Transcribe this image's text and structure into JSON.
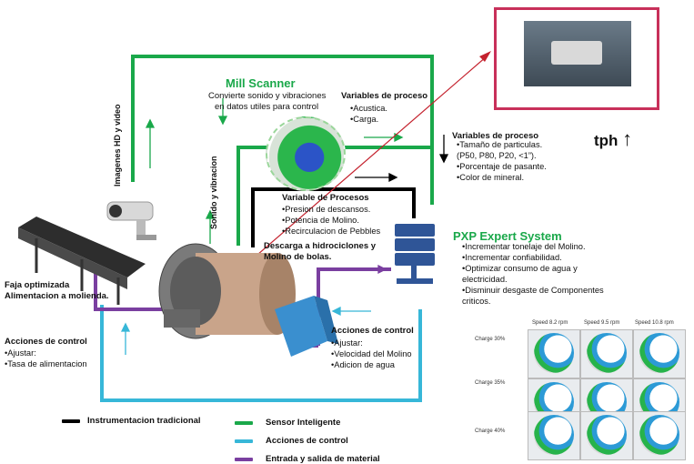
{
  "mill_scanner": {
    "title": "Mill Scanner",
    "subtitle_line1": "Convierte sonido y vibraciones",
    "subtitle_line2": "en datos utiles para control"
  },
  "variables_proceso_1": {
    "heading": "Variables de proceso",
    "items": [
      "•Acustica.",
      "•Carga."
    ]
  },
  "variables_proceso_2": {
    "heading": "Variables de proceso",
    "items": [
      "•Tamaño de particulas.",
      "(P50, P80, P20, <1”).",
      "•Porcentaje de pasante.",
      "•Color de mineral."
    ]
  },
  "variable_procesos": {
    "heading": "Variable de Procesos",
    "items": [
      "•Presion de descansos.",
      "•Potencia de Molino.",
      "•Recirculacion de Pebbles"
    ]
  },
  "descarga": {
    "line1": "Descarga a hidrociclones y",
    "line2": "Molino de bolas."
  },
  "pxp": {
    "title": "PXP Expert System",
    "items": [
      "•Incrementar tonelaje del Molino.",
      "•Incrementar confiabilidad.",
      "•Optimizar consumo de agua y",
      "electricidad.",
      "•Disminuir desgaste de Componentes",
      "criticos."
    ]
  },
  "tph": {
    "label": "tph",
    "arrow": "↑"
  },
  "faja": {
    "line1": "Faja optimizada",
    "line2": "Alimentacion a molienda."
  },
  "acciones_control_left": {
    "heading": "Acciones de control",
    "items": [
      "•Ajustar:",
      "•Tasa de alimentacion"
    ]
  },
  "acciones_control_mid": {
    "heading": "Acciones de control",
    "items": [
      "•Ajustar:",
      "•Velocidad del Molino",
      "•Adicion de agua"
    ]
  },
  "vertical_labels": {
    "imagenes": "Imagenes HD y video",
    "sonido": "Sonido y vibracion"
  },
  "legend": {
    "black": "Instrumentacion tradicional",
    "green": "Sensor Inteligente",
    "cyan": "Acciones de control",
    "purple": "Entrada y salida de material"
  },
  "sim_grid": {
    "columns": [
      "Speed 8.2 rpm",
      "Speed 9.5 rpm",
      "Speed 10.8 rpm"
    ],
    "rows": [
      "Charge 30%",
      "Charge 35%",
      "Charge 40%"
    ]
  },
  "colors": {
    "green": "#1aa84a",
    "cyan": "#37b7d8",
    "purple": "#7a3fa0",
    "black": "#000000",
    "red_line": "#c4222e",
    "pink_frame": "#c8305a"
  }
}
